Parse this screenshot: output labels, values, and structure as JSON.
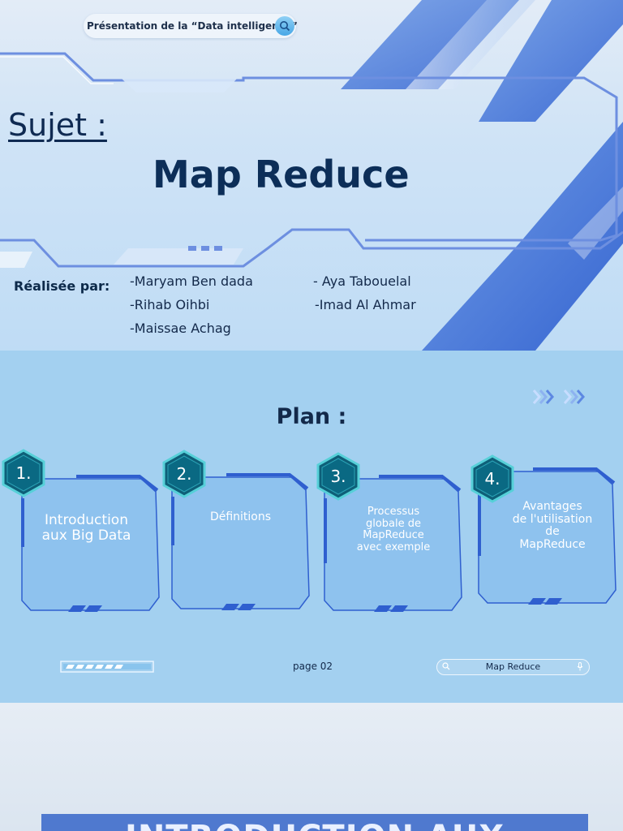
{
  "slide1": {
    "search_text": "Présentation de la “Data intelligence”",
    "sujet_label": "Sujet :",
    "title": "Map Reduce",
    "realisee_label": "Réalisée par:",
    "authors_left": [
      "-Maryam Ben dada",
      "-Rihab Oihbi",
      "-Maissae Achag"
    ],
    "authors_right": [
      "- Aya Tabouelal",
      "-Imad Al Ahmar"
    ]
  },
  "slide2": {
    "title": "Plan :",
    "items": [
      {
        "num": "1.",
        "label": "Introduction\naux Big Data"
      },
      {
        "num": "2.",
        "label": "Définitions"
      },
      {
        "num": "3.",
        "label": "Processus\nglobale de\nMapReduce\navec exemple"
      },
      {
        "num": "4.",
        "label": "Avantages\nde l'utilisation\nde\nMapReduce"
      }
    ],
    "page": "page 02",
    "search_text": "Map Reduce"
  },
  "slide3": {
    "heading": "INTRODUCTION AUX"
  },
  "colors": {
    "accent_blue": "#2f5fcf",
    "hex_teal": "#0e5f78",
    "navy_text": "#0c2e58",
    "plan_bg": "#a3d0f0"
  },
  "icons": [
    "search-icon",
    "microphone-icon",
    "chevron-arrows-icon"
  ]
}
